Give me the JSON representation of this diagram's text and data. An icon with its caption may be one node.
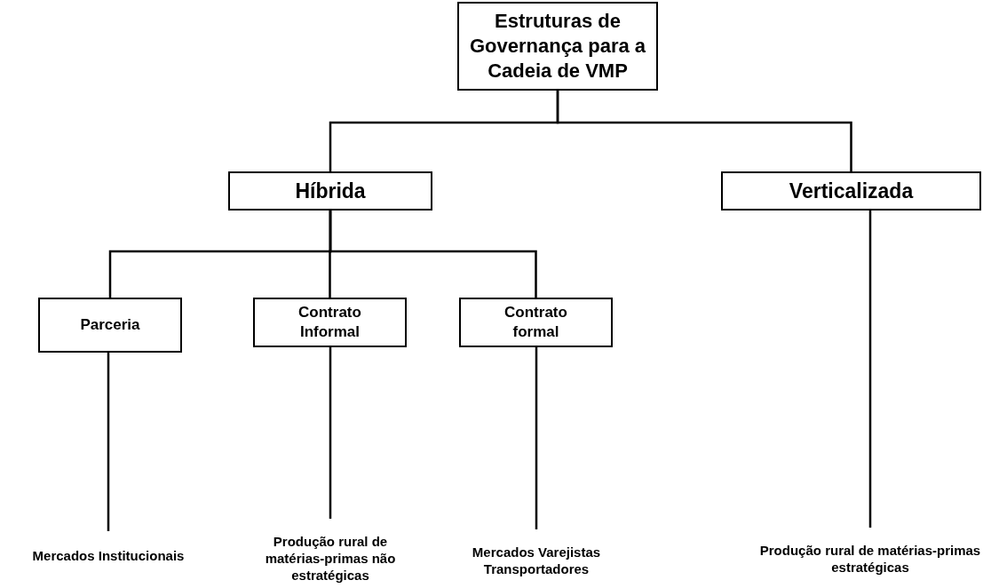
{
  "diagram": {
    "nodes": [
      {
        "text": [
          "Estruturas de Governança para a Cadeia de VMP"
        ]
      },
      {
        "text": [
          "Híbrida"
        ]
      },
      {
        "text": [
          "Verticalizada"
        ]
      },
      {
        "text": [
          "Parceria"
        ]
      },
      {
        "text": [
          "Contrato Informal"
        ]
      },
      {
        "text": [
          "Contrato formal"
        ]
      },
      {
        "text": [
          "Mercados Institucionais"
        ]
      },
      {
        "text": [
          "Produção rural de matérias-primas não estratégicas"
        ]
      },
      {
        "text": [
          "Mercados Varejistas",
          "Transportadores"
        ]
      },
      {
        "text": [
          "Produção rural de matérias-primas estratégicas"
        ]
      }
    ],
    "edges": [
      {
        "from": 0,
        "to": 1,
        "arrow": "none"
      },
      {
        "from": 0,
        "to": 2,
        "arrow": "none"
      },
      {
        "from": 1,
        "to": 3,
        "arrow": "none"
      },
      {
        "from": 1,
        "to": 4,
        "arrow": "none"
      },
      {
        "from": 1,
        "to": 5,
        "arrow": "none"
      },
      {
        "from": 3,
        "to": 6,
        "arrow": "none"
      },
      {
        "from": 4,
        "to": 7,
        "arrow": "none"
      },
      {
        "from": 5,
        "to": 8,
        "arrow": "none"
      },
      {
        "from": 2,
        "to": 9,
        "arrow": "none"
      }
    ]
  }
}
